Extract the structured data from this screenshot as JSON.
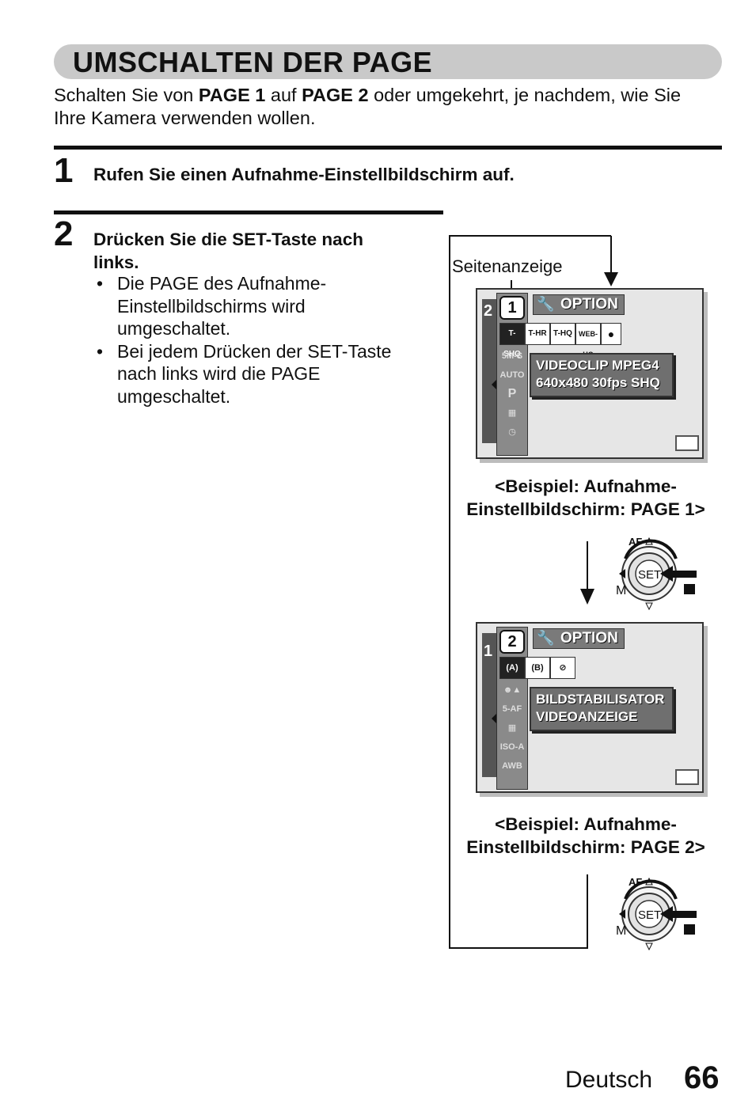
{
  "header": {
    "title": "UMSCHALTEN DER PAGE"
  },
  "intro": {
    "part1": "Schalten Sie von ",
    "bold1": "PAGE 1",
    "part2": " auf ",
    "bold2": "PAGE 2",
    "part3": " oder umgekehrt, je nachdem, wie Sie",
    "line2": "Ihre Kamera verwenden wollen."
  },
  "steps": [
    {
      "number": "1",
      "text": "Rufen Sie einen Aufnahme-Einstellbildschirm auf."
    },
    {
      "number": "2",
      "text_line1": "Drücken Sie die SET-Taste nach",
      "text_line2": "links.",
      "bullets": [
        {
          "lines": [
            "Die PAGE des Aufnahme-",
            "Einstellbildschirms wird",
            "umgeschaltet."
          ]
        },
        {
          "lines": [
            "Bei jedem Drücken der SET-Taste",
            "nach links wird die PAGE",
            "umgeschaltet."
          ]
        }
      ]
    }
  ],
  "diagram": {
    "page_indicator_label": "Seitenanzeige",
    "screen1": {
      "page_number": "1",
      "other_page": "2",
      "option_label": "OPTION",
      "top_icons": [
        "T-SHQ",
        "T-HR",
        "T-HQ",
        "WEB-HQ",
        "mic"
      ],
      "side_icons": [
        "5M-S",
        "AUTO",
        "P",
        "scene",
        "self-timer"
      ],
      "popup_line1": "VIDEOCLIP MPEG4",
      "popup_line2": "640x480 30fps SHQ",
      "caption_line1": "<Beispiel: Aufnahme-",
      "caption_line2": "Einstellbildschirm: PAGE 1>"
    },
    "screen2": {
      "page_number": "2",
      "other_page": "1",
      "option_label": "OPTION",
      "top_icons": [
        "stabilizer-A",
        "stabilizer-B",
        "stabilizer-off"
      ],
      "side_icons": [
        "portrait",
        "5-AF",
        "grid",
        "ISO-A",
        "AWB"
      ],
      "popup_line1": "BILDSTABILISATOR",
      "popup_line2": "VIDEOANZEIGE",
      "caption_line1": "<Beispiel: Aufnahme-",
      "caption_line2": "Einstellbildschirm: PAGE 2>"
    },
    "dial": {
      "center_label": "SET",
      "top_label": "AF",
      "left_label": "M"
    }
  },
  "footer": {
    "language": "Deutsch",
    "page_number": "66"
  }
}
